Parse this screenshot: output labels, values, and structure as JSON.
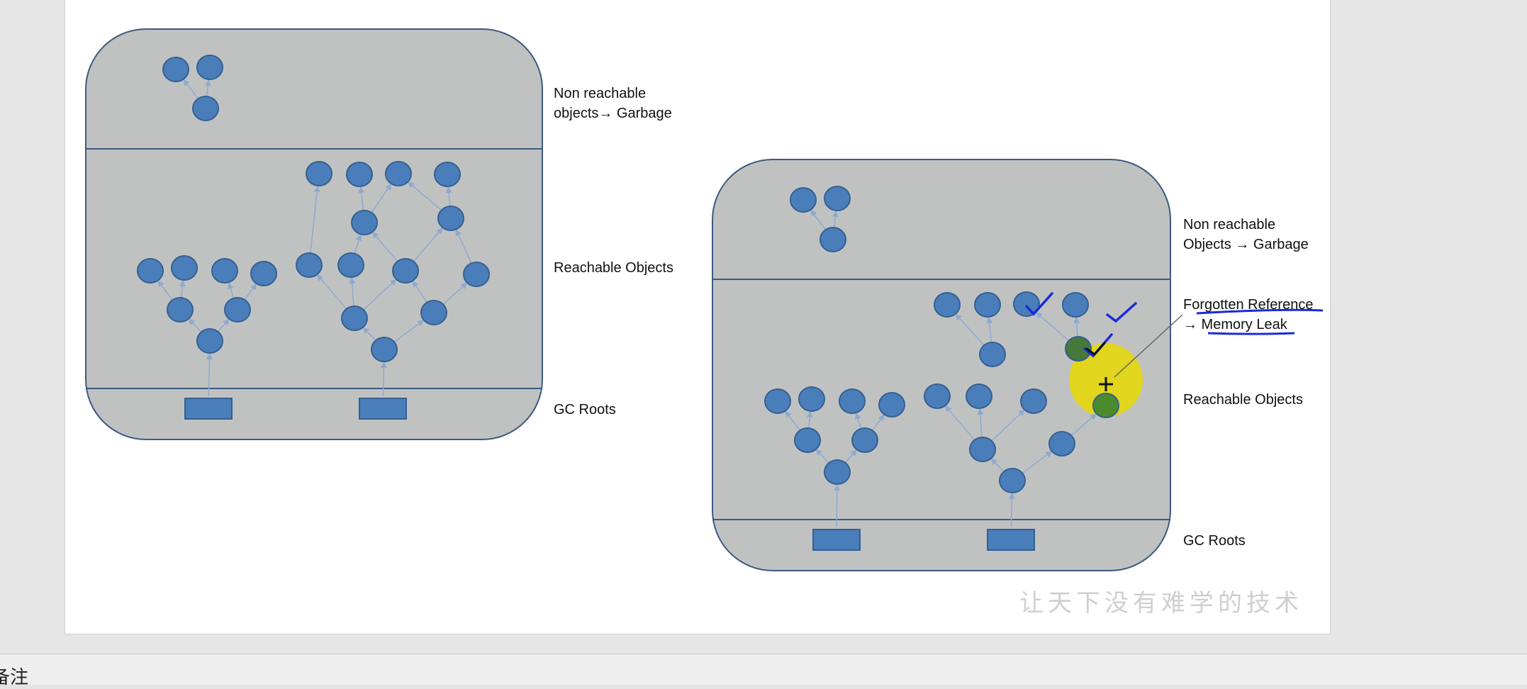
{
  "notes": {
    "label": "备注"
  },
  "watermark": "让天下没有难学的技术",
  "diagram_left": {
    "labels": {
      "garbage_line1": "Non reachable",
      "garbage_line2": "objects→ Garbage",
      "reachable": "Reachable Objects",
      "roots": "GC Roots"
    }
  },
  "diagram_right": {
    "labels": {
      "garbage_line1": "Non reachable",
      "garbage_line2": "Objects → Garbage",
      "forgotten_line1": "Forgotten Reference",
      "forgotten_line2": "→ Memory Leak",
      "reachable": "Reachable Objects",
      "roots": "GC Roots"
    },
    "annotations": {
      "highlight_color": "#e6d800",
      "ink_color": "#1a2bd6",
      "leak_node_color": "#4c8a2e"
    }
  },
  "colors": {
    "panel_fill": "#c0c2c2",
    "panel_stroke": "#3d5a80",
    "node_fill": "#4a7ebb",
    "node_stroke": "#35608f",
    "edge": "#8fa9cf"
  }
}
